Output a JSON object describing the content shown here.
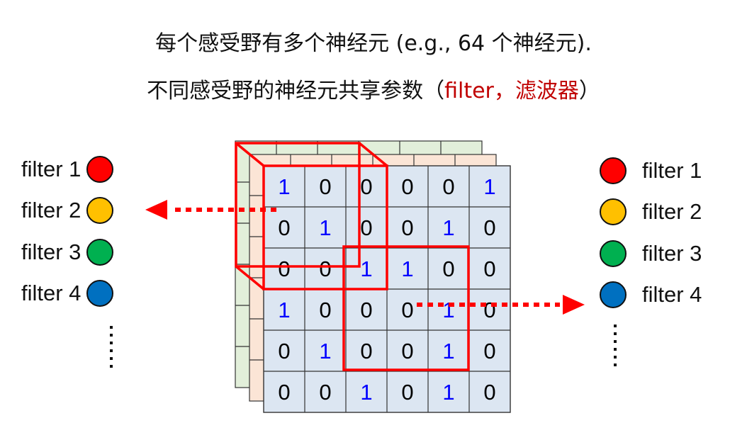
{
  "title": {
    "line1": "每个感受野有多个神经元 (e.g., 64 个神经元).",
    "line2_prefix": "不同感受野的神经元共享参数（",
    "line2_red": "filter，滤波器",
    "line2_suffix": "）"
  },
  "left_legend": [
    {
      "label": "filter 1",
      "color": "#ff0000"
    },
    {
      "label": "filter 2",
      "color": "#ffc000"
    },
    {
      "label": "filter 3",
      "color": "#00b050"
    },
    {
      "label": "filter 4",
      "color": "#0070c0"
    }
  ],
  "right_legend": [
    {
      "label": "filter 1",
      "color": "#ff0000"
    },
    {
      "label": "filter 2",
      "color": "#ffc000"
    },
    {
      "label": "filter 3",
      "color": "#00b050"
    },
    {
      "label": "filter 4",
      "color": "#0070c0"
    }
  ],
  "grid": [
    [
      1,
      0,
      0,
      0,
      0,
      1
    ],
    [
      0,
      1,
      0,
      0,
      1,
      0
    ],
    [
      0,
      0,
      1,
      1,
      0,
      0
    ],
    [
      1,
      0,
      0,
      0,
      1,
      0
    ],
    [
      0,
      1,
      0,
      0,
      1,
      0
    ],
    [
      0,
      0,
      1,
      0,
      1,
      0
    ]
  ],
  "colors": {
    "front_layer": "#dce6f2",
    "middle_layer": "#fbe5d6",
    "back_layer": "#e2efda",
    "highlight": "#ff0000",
    "one_digit": "#0000ff",
    "zero_digit": "#000000"
  }
}
